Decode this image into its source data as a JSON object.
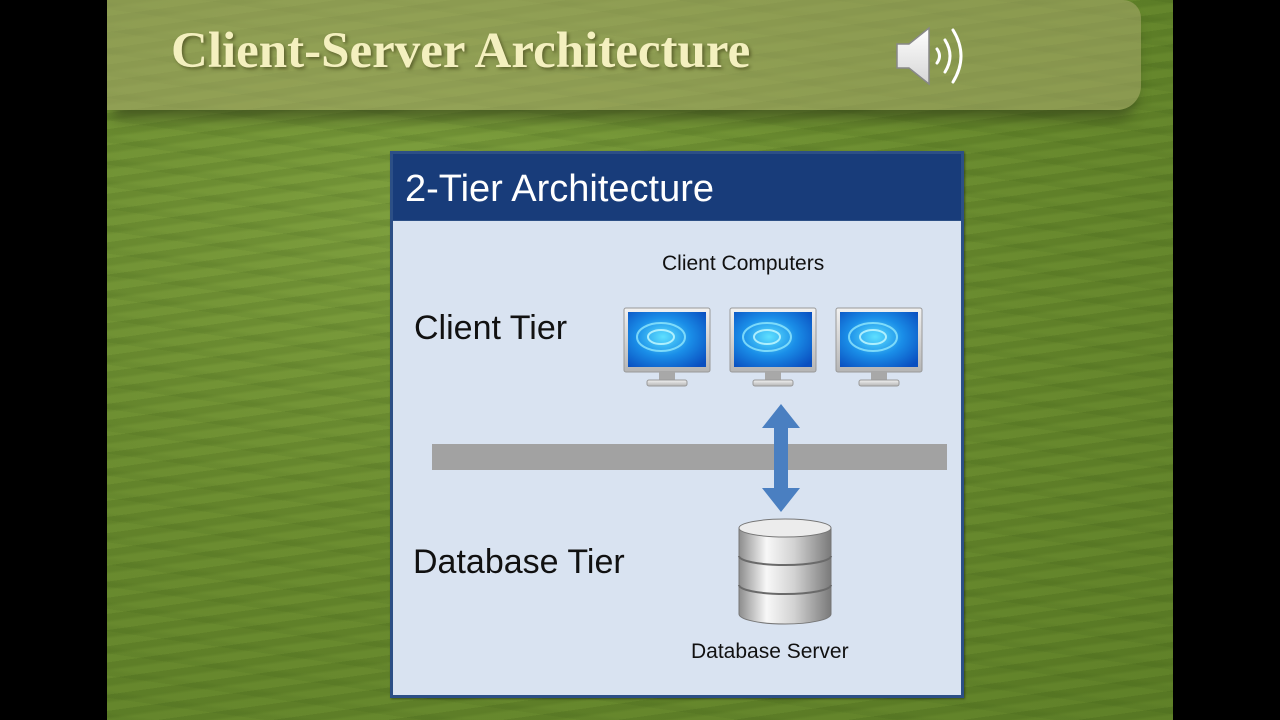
{
  "slide": {
    "title": "Client-Server Architecture",
    "audio_icon": "speaker-icon",
    "background": "grass-field"
  },
  "diagram": {
    "title": "2-Tier Architecture",
    "client_computers_label": "Client Computers",
    "client_tier_label": "Client Tier",
    "database_tier_label": "Database Tier",
    "database_server_label": "Database Server",
    "client_computer_count": 3,
    "connection": "bidirectional-arrow",
    "colors": {
      "header": "#183c7a",
      "body": "#d9e3f1",
      "title_text": "#f4f0bf",
      "arrow": "#4a7fc1",
      "separator": "#a2a2a2"
    }
  }
}
